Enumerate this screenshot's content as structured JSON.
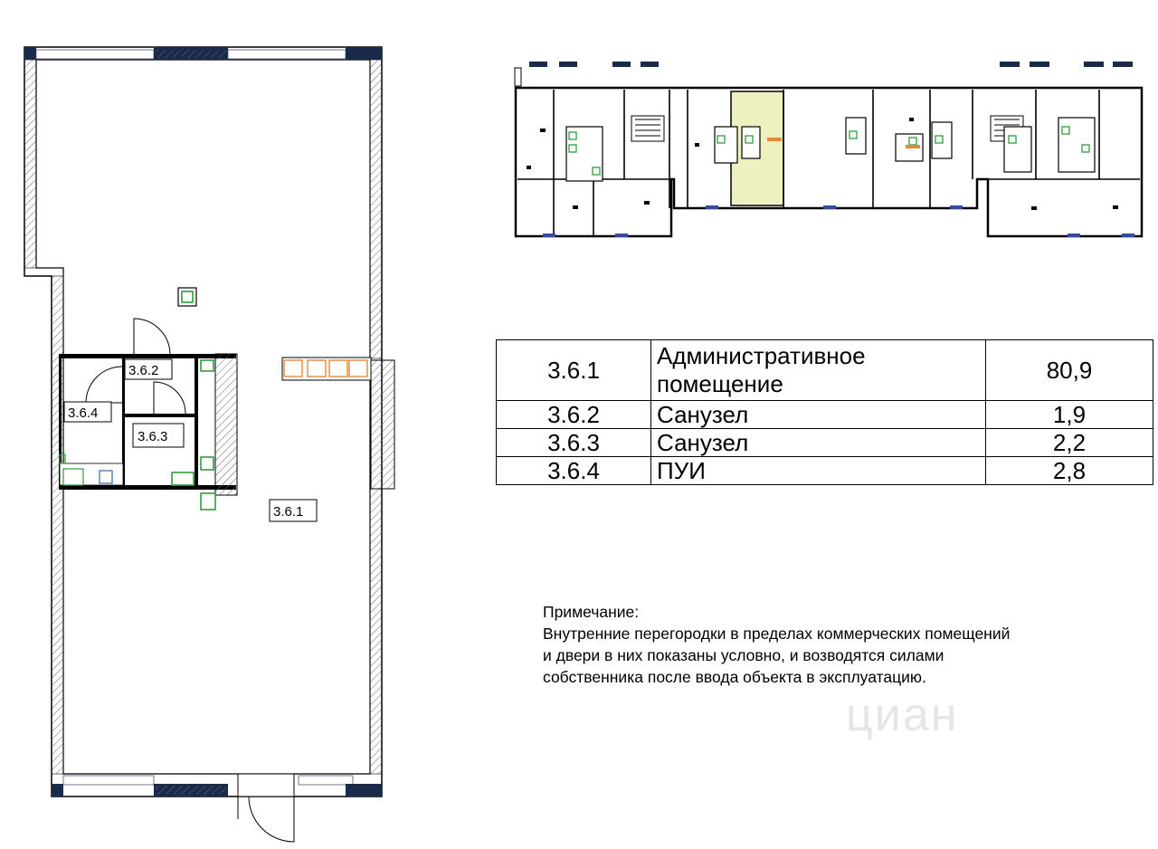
{
  "plan": {
    "rooms": [
      {
        "id": "3.6.1"
      },
      {
        "id": "3.6.2"
      },
      {
        "id": "3.6.3"
      },
      {
        "id": "3.6.4"
      }
    ]
  },
  "table": {
    "rows": [
      {
        "num": "3.6.1",
        "name_line1": "Административное",
        "name_line2": "помещение",
        "area": "80,9"
      },
      {
        "num": "3.6.2",
        "name": "Санузел",
        "area": "1,9"
      },
      {
        "num": "3.6.3",
        "name": "Санузел",
        "area": "2,2"
      },
      {
        "num": "3.6.4",
        "name": "ПУИ",
        "area": "2,8"
      }
    ]
  },
  "note": {
    "heading": "Примечание:",
    "text": "Внутренние перегородки в пределах коммерческих помещений\nи двери в них показаны условно, и возводятся  силами\nсобственника после ввода объекта в эксплуатацию."
  },
  "watermark": "циан",
  "colors": {
    "wall": "#000000",
    "window": "#1a2a4a",
    "highlight": "#eef0c0",
    "fixture": "#2e9e3a",
    "vent": "#e08a3a"
  }
}
